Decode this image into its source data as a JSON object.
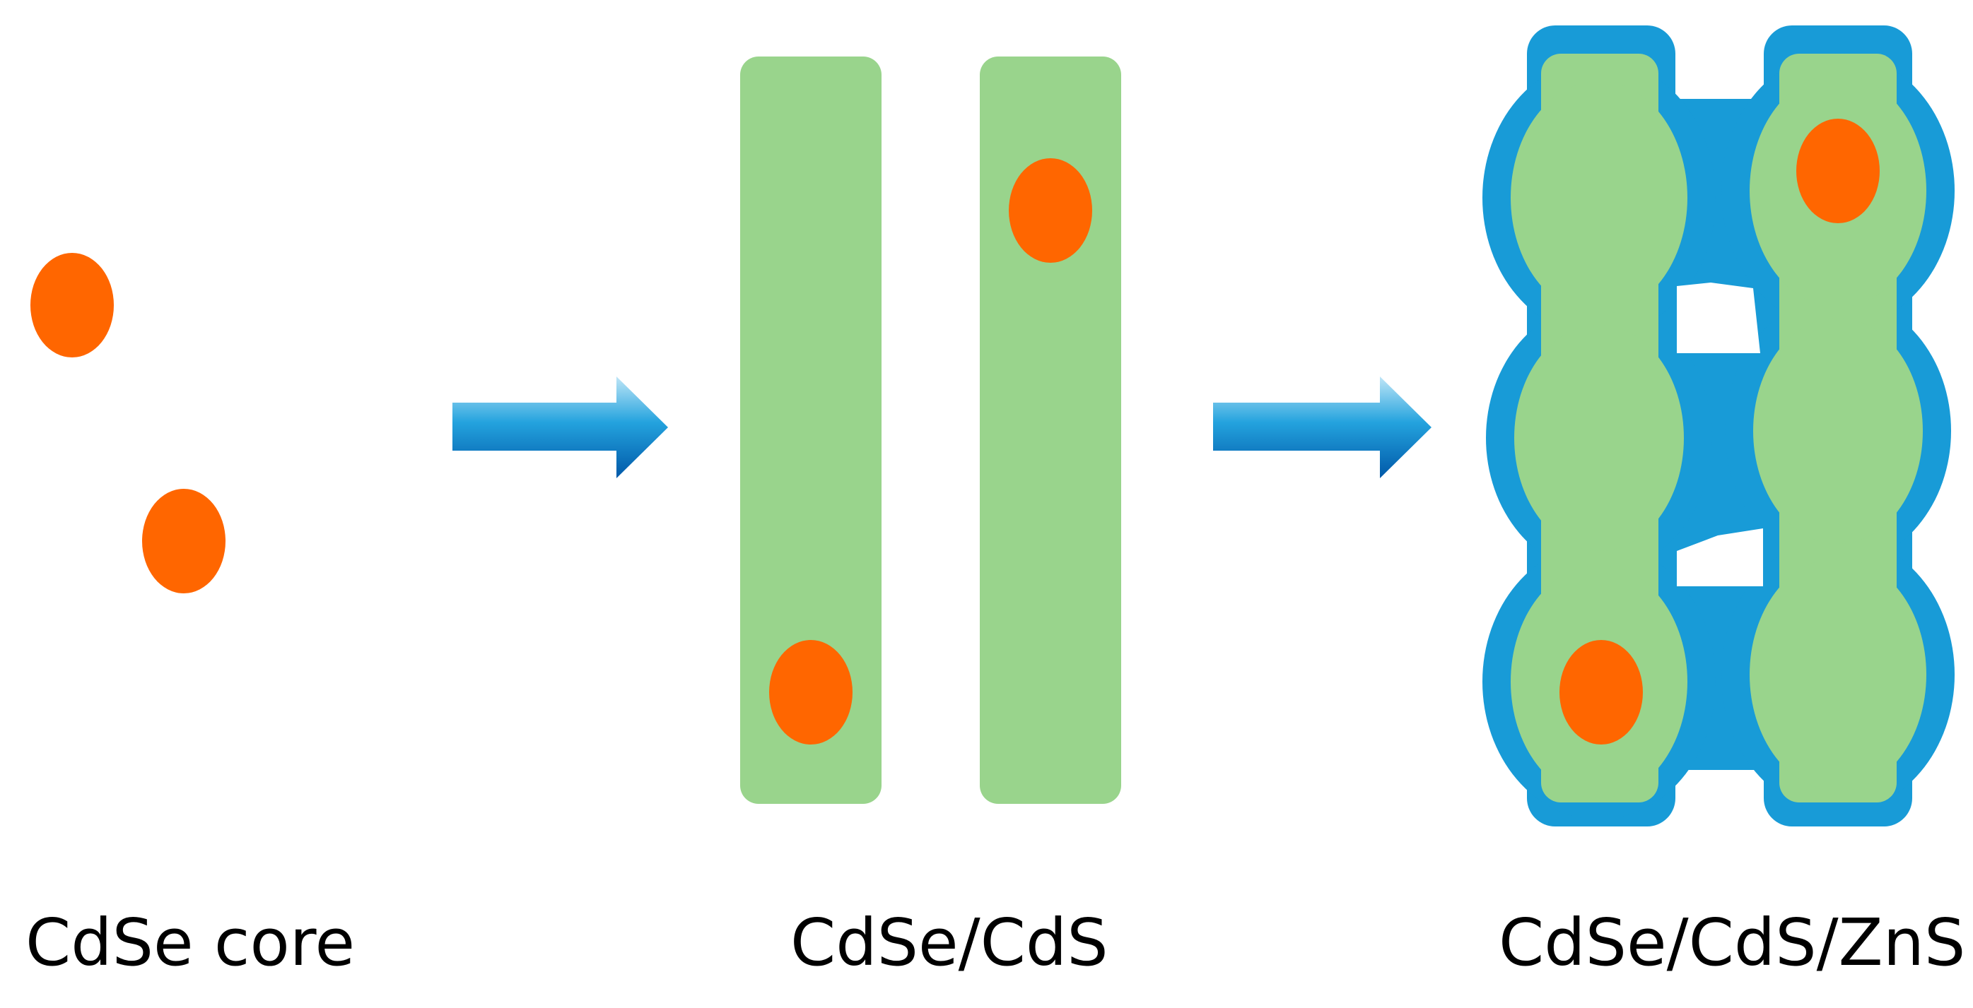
{
  "stages": [
    {
      "label": "CdSe core"
    },
    {
      "label": "CdSe/CdS"
    },
    {
      "label": "CdSe/CdS/ZnS"
    }
  ],
  "colors": {
    "core": "#ff6600",
    "cds_shell": "#99d48c",
    "zns_shell": "#189bd7",
    "arrow_light": "#bfe6f7",
    "arrow_mid": "#24a3de",
    "arrow_dark": "#0058a8"
  }
}
